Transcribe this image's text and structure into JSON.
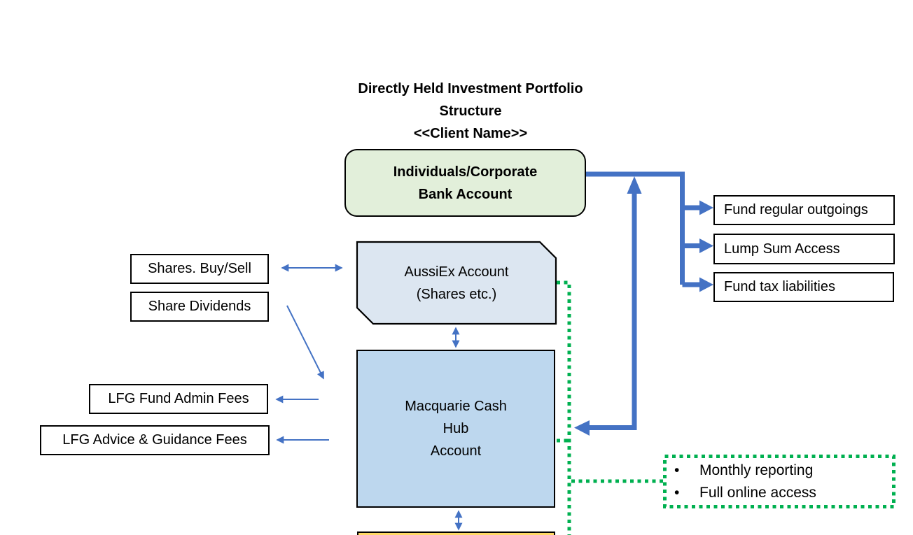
{
  "colors": {
    "accent_blue": "#4472C4",
    "dot_green": "#00B050",
    "bank_fill": "#E2EFDA",
    "aussiex_fill": "#DCE6F1",
    "macquarie_fill": "#BDD7EE",
    "gold_fill": "#FFD966",
    "line_black": "#000000"
  },
  "title": {
    "line1": "Directly Held Investment Portfolio",
    "line2": "Structure",
    "line3": "<<Client Name>>"
  },
  "boxes": {
    "bank_account": {
      "line1": "Individuals/Corporate",
      "line2": "Bank Account"
    },
    "aussiex": {
      "line1": "AussiEx Account",
      "line2": "(Shares etc.)"
    },
    "macquarie": {
      "line1": "Macquarie Cash",
      "line2": "Hub",
      "line3": "Account"
    },
    "shares_buy_sell": {
      "label": "Shares. Buy/Sell"
    },
    "share_dividends": {
      "label": "Share Dividends"
    },
    "lfg_fund_admin_fees": {
      "label": "LFG Fund Admin Fees"
    },
    "lfg_advice_guidance_fees": {
      "label": "LFG Advice & Guidance Fees"
    },
    "fund_regular_outgoings": {
      "label": "Fund regular outgoings"
    },
    "lump_sum_access": {
      "label": "Lump Sum Access"
    },
    "fund_tax_liabilities": {
      "label": "Fund tax liabilities"
    }
  },
  "reporting": {
    "bullet": "•",
    "items": [
      "Monthly reporting",
      "Full online access"
    ]
  }
}
